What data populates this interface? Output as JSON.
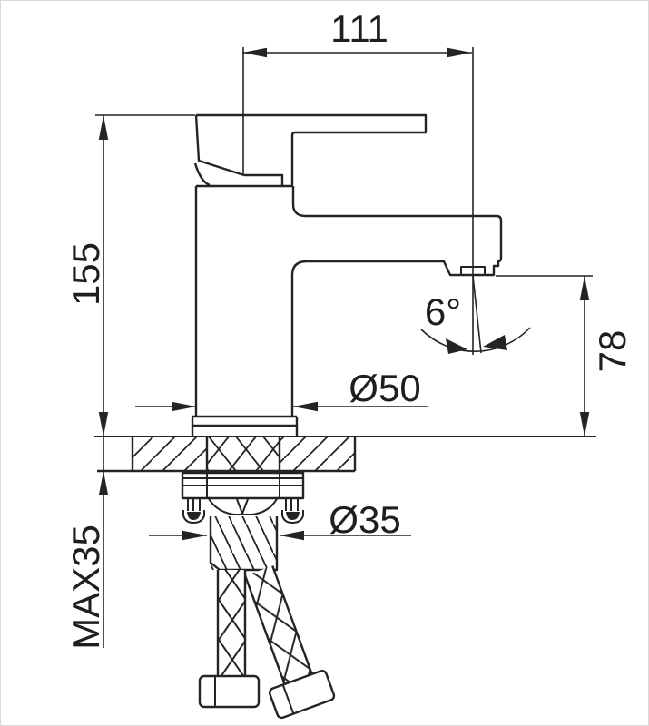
{
  "drawing": {
    "background": "#ffffff",
    "line_color": "#242424",
    "labels": {
      "spout_reach": "111",
      "overall_height": "155",
      "outlet_height": "78",
      "outlet_angle": "6°",
      "body_diameter": "Ø50",
      "mounting_hole_diameter": "Ø35",
      "max_counter_thickness": "MAX35"
    }
  }
}
